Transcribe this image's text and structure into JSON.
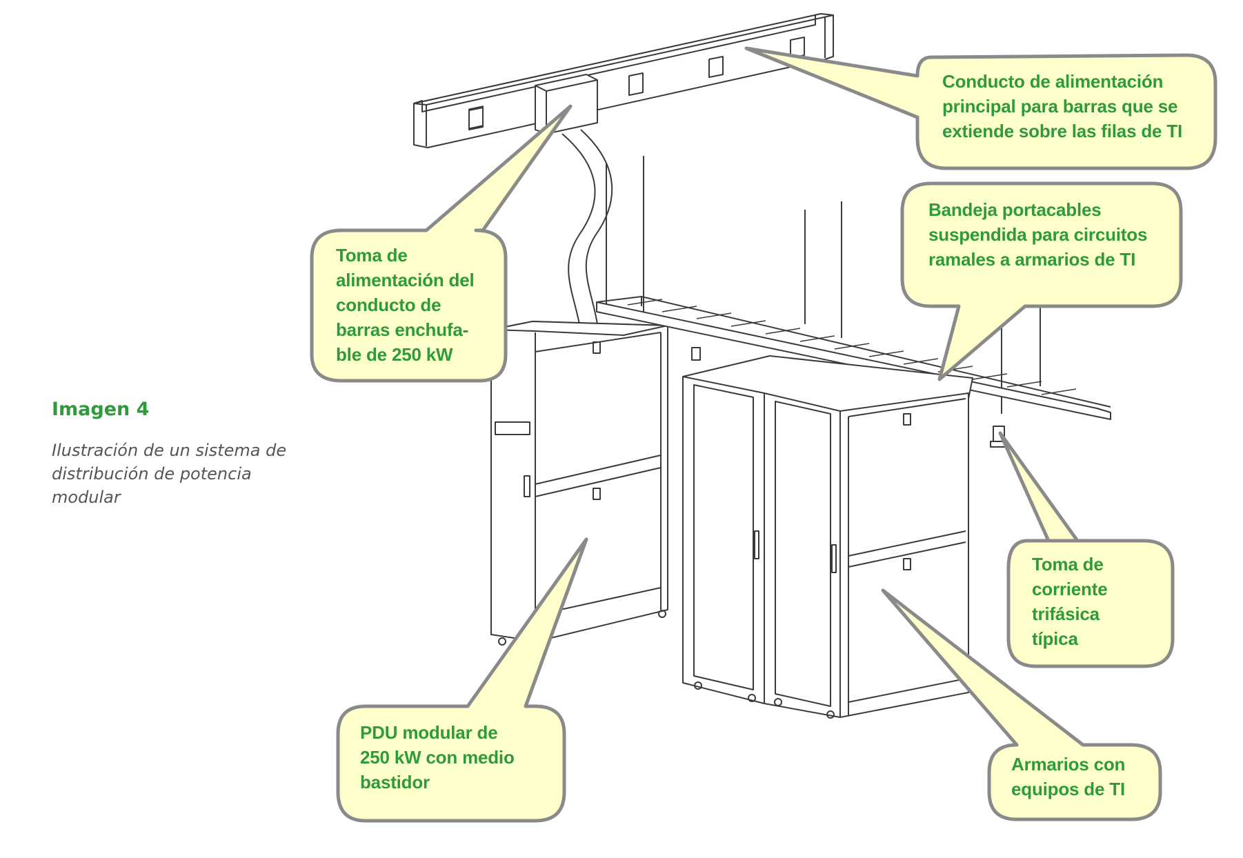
{
  "figure": {
    "title": "Imagen 4",
    "caption": "Ilustración de un sistema de distribución de potencia modular"
  },
  "callouts": {
    "busway_duct": "Conducto de alimentación\nprincipal para barras que se\nextiende sobre las filas de TI",
    "busway_tap": "Toma de\nalimentación del\nconducto de\nbarras enchufa-\nble de 250  kW",
    "cable_tray": "Bandeja portacables\nsuspendida para circuitos\nramales a armarios de TI",
    "three_phase_outlet": "Toma de\ncorriente\ntrifásica\ntípica",
    "modular_pdu": "PDU modular de\n250  kW con medio\nbastidor",
    "it_racks": "Armarios con\nequipos de TI"
  },
  "colors": {
    "callout_fill": "#ffffcc",
    "callout_border": "#8a8a8a",
    "text_green": "#2e9a3c",
    "line_drawing": "#333333"
  }
}
